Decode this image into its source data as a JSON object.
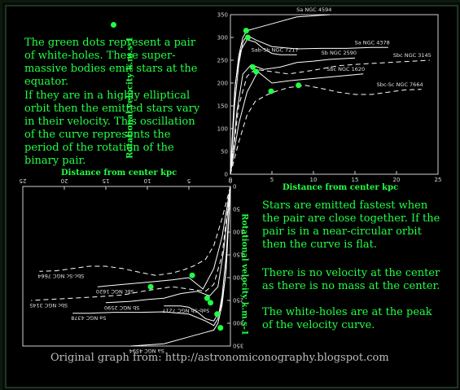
{
  "notes": {
    "p1": "The green dots represent a pair of white-holes. These super-massive bodies emit stars at the equator.",
    "p2": "If they are in a highly elliptical orbit then the emitted stars vary in their velocity. This oscillation of the curve represents the period of the rotation of the binary pair.",
    "p3": "Stars are emitted fastest when the pair are close together. If the pair is in a near-circular orbit then the curve is flat.",
    "p4": "There is no velocity at the center as there is no mass at the center.",
    "p5": "The white-holes are at the peak of the velocity curve."
  },
  "credit": "Original graph from: http://astronomiconography.blogspot.com",
  "colors": {
    "accent": "#22ff44",
    "curve": "#ffffff",
    "background": "#000000",
    "credit": "#bdbdbd"
  },
  "chart_data": [
    {
      "type": "line",
      "xlabel": "Distance from center kpc",
      "ylabel": "Rotational velocity k.m.s-1",
      "xlim": [
        0,
        25
      ],
      "ylim": [
        0,
        350
      ],
      "xticks": [
        "0",
        "5",
        "10",
        "15",
        "20",
        "25"
      ],
      "yticks": [
        "0",
        "50",
        "100",
        "150",
        "200",
        "250",
        "300",
        "350"
      ],
      "series": [
        {
          "name": "Sa NGC 4594",
          "dashed": false,
          "x": [
            0,
            0.5,
            1,
            1.5,
            2,
            3,
            5,
            8,
            12
          ],
          "y": [
            0,
            180,
            260,
            300,
            315,
            320,
            330,
            345,
            350
          ]
        },
        {
          "name": "Sa NGC 4378",
          "dashed": false,
          "x": [
            0,
            0.5,
            1,
            1.5,
            2,
            3,
            5,
            8,
            11,
            14,
            17,
            19
          ],
          "y": [
            0,
            150,
            240,
            290,
            305,
            295,
            280,
            275,
            276,
            276,
            278,
            278
          ]
        },
        {
          "name": "Sab-Sb NGC 7217",
          "dashed": false,
          "x": [
            0,
            0.6,
            1.2,
            2,
            3,
            4,
            5,
            6,
            7,
            8
          ],
          "y": [
            0,
            200,
            270,
            295,
            290,
            275,
            265,
            262,
            262,
            262
          ]
        },
        {
          "name": "Sb NGC 2590",
          "dashed": false,
          "x": [
            0,
            0.8,
            1.5,
            2.5,
            4,
            6,
            8,
            10,
            12,
            15
          ],
          "y": [
            0,
            140,
            220,
            240,
            230,
            235,
            245,
            248,
            252,
            255
          ]
        },
        {
          "name": "Sbc NGC 3145",
          "dashed": true,
          "x": [
            0,
            1,
            2,
            3,
            5,
            7,
            10,
            13,
            16,
            19,
            22,
            24
          ],
          "y": [
            0,
            150,
            215,
            230,
            225,
            220,
            228,
            238,
            242,
            245,
            248,
            250
          ]
        },
        {
          "name": "Sbc NGC 1620",
          "dashed": false,
          "x": [
            0,
            1,
            2,
            3.3,
            5,
            7,
            10,
            13,
            16
          ],
          "y": [
            0,
            110,
            180,
            225,
            200,
            205,
            210,
            215,
            220
          ]
        },
        {
          "name": "Sbc-Sc NGC 7664",
          "dashed": true,
          "x": [
            0,
            1,
            2,
            3,
            4.5,
            5.5,
            7,
            9,
            11,
            13,
            15,
            17,
            19,
            21,
            23
          ],
          "y": [
            0,
            70,
            130,
            160,
            175,
            182,
            190,
            195,
            188,
            180,
            175,
            175,
            180,
            185,
            186
          ]
        }
      ],
      "white_holes": [
        {
          "x": 1.9,
          "y": 315
        },
        {
          "x": 2.1,
          "y": 300
        },
        {
          "x": 2.7,
          "y": 235
        },
        {
          "x": 3.1,
          "y": 225
        },
        {
          "x": 4.9,
          "y": 182
        },
        {
          "x": 8.2,
          "y": 195
        }
      ]
    },
    {
      "type": "line",
      "orientation": "rotated 180 degrees",
      "xlabel": "Distance from center kpc",
      "ylabel": "Rotational velocity k.m.s-1",
      "xlim": [
        0,
        25
      ],
      "ylim": [
        0,
        350
      ],
      "xticks": [
        "0",
        "5",
        "10",
        "15",
        "20",
        "25"
      ],
      "yticks": [
        "0",
        "50",
        "100",
        "150",
        "200",
        "250",
        "300",
        "350"
      ],
      "series": [
        {
          "name": "Sa NGC 4594",
          "dashed": false,
          "x": [
            0,
            0.5,
            1,
            1.5,
            2,
            3,
            5,
            8,
            12
          ],
          "y": [
            0,
            180,
            260,
            300,
            315,
            320,
            330,
            345,
            350
          ]
        },
        {
          "name": "Sa NGC 4378",
          "dashed": false,
          "x": [
            0,
            0.5,
            1,
            1.5,
            2,
            3,
            5,
            8,
            11,
            14,
            17,
            19
          ],
          "y": [
            0,
            150,
            240,
            290,
            305,
            295,
            280,
            275,
            276,
            276,
            278,
            278
          ]
        },
        {
          "name": "Sab-Sb NGC 7217",
          "dashed": false,
          "x": [
            0,
            0.6,
            1.2,
            2,
            3,
            4,
            5,
            6,
            7,
            8
          ],
          "y": [
            0,
            200,
            270,
            295,
            290,
            275,
            265,
            262,
            262,
            262
          ]
        },
        {
          "name": "Sb NGC 2590",
          "dashed": false,
          "x": [
            0,
            0.8,
            1.5,
            2.5,
            4,
            6,
            8,
            10,
            12,
            15
          ],
          "y": [
            0,
            140,
            220,
            240,
            230,
            235,
            245,
            248,
            252,
            255
          ]
        },
        {
          "name": "Sbc NGC 3145",
          "dashed": true,
          "x": [
            0,
            1,
            2,
            3,
            5,
            7,
            10,
            13,
            16,
            19,
            22,
            24
          ],
          "y": [
            0,
            150,
            215,
            230,
            225,
            220,
            228,
            238,
            242,
            245,
            248,
            250
          ]
        },
        {
          "name": "Sbc NGC 1620",
          "dashed": false,
          "x": [
            0,
            1,
            2,
            3.3,
            5,
            7,
            10,
            13,
            16
          ],
          "y": [
            0,
            110,
            180,
            225,
            200,
            205,
            210,
            215,
            220
          ]
        },
        {
          "name": "Sbc-Sc NGC 7664",
          "dashed": true,
          "x": [
            0,
            1,
            2,
            3,
            4.5,
            5.5,
            7,
            9,
            11,
            13,
            15,
            17,
            19,
            21,
            23
          ],
          "y": [
            0,
            70,
            130,
            160,
            175,
            182,
            190,
            195,
            188,
            180,
            175,
            175,
            180,
            185,
            186
          ]
        }
      ],
      "white_holes": [
        {
          "x": 1.2,
          "y": 310
        },
        {
          "x": 1.6,
          "y": 280
        },
        {
          "x": 2.4,
          "y": 255
        },
        {
          "x": 2.8,
          "y": 245
        },
        {
          "x": 4.6,
          "y": 195
        },
        {
          "x": 9.6,
          "y": 220
        }
      ]
    }
  ]
}
